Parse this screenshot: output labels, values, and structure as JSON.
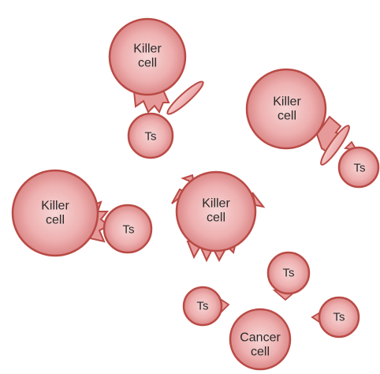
{
  "labels": {
    "killer_cell_1_line1": "Killer",
    "killer_cell_1_line2": "cell",
    "killer_cell_2_line1": "Killer",
    "killer_cell_2_line2": "cell",
    "killer_cell_3_line1": "Killer",
    "killer_cell_3_line2": "cell",
    "killer_cell_4_line1": "Killer",
    "killer_cell_4_line2": "cell",
    "cancer_cell_line1": "Cancer",
    "cancer_cell_line2": "cell",
    "ts_1": "Ts",
    "ts_2": "Ts",
    "ts_3": "Ts",
    "ts_4": "Ts",
    "ts_5": "Ts",
    "ts_6": "Ts"
  },
  "colors": {
    "cell_fill_center": "#f6d3d3",
    "cell_fill_edge": "#df8a8a",
    "cell_outline": "#b94a45",
    "synapse_fill": "#f3b8b8"
  }
}
